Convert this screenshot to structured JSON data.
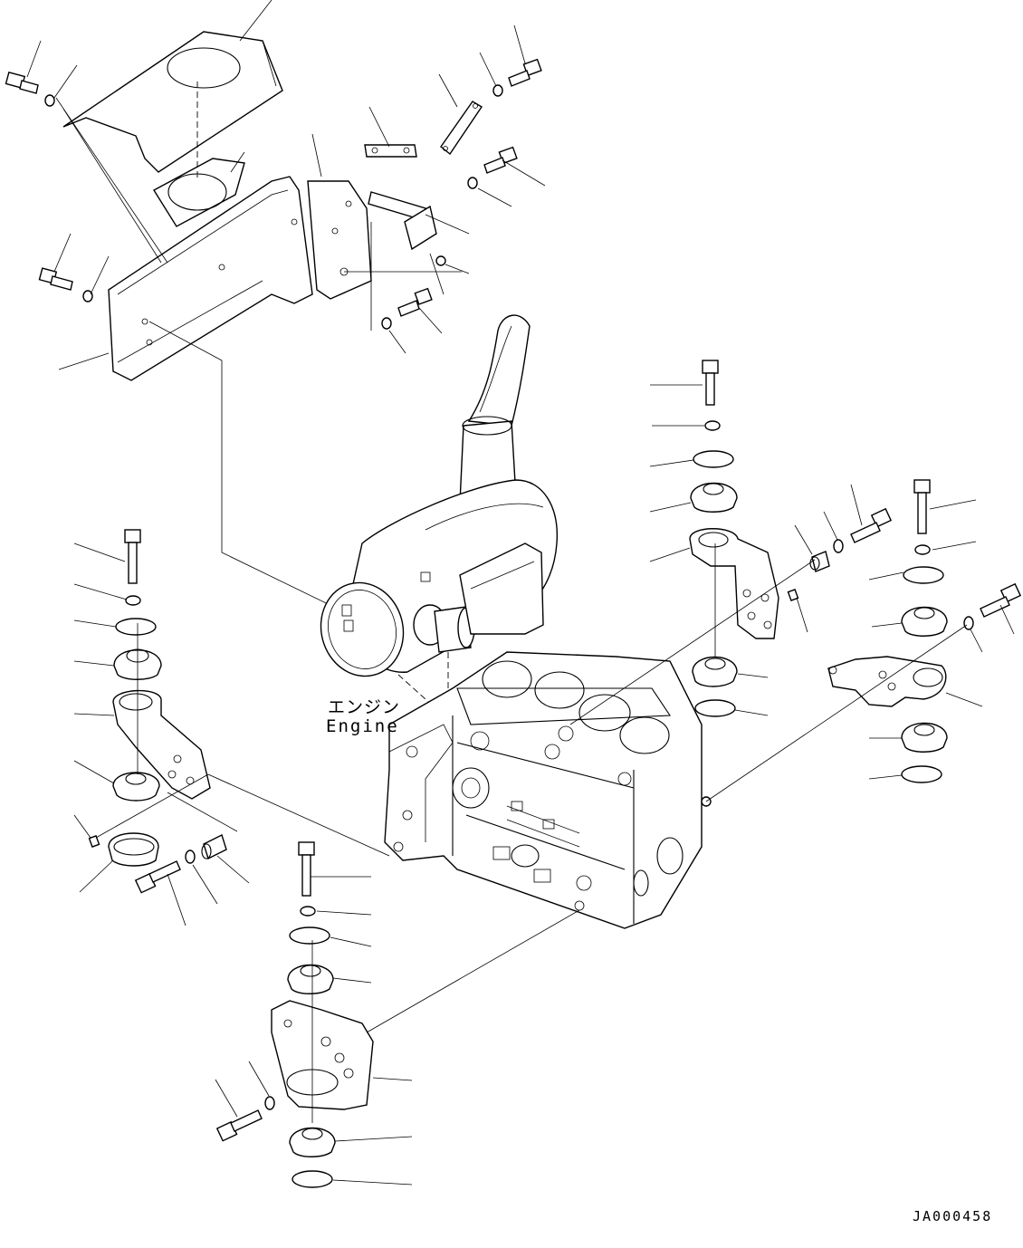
{
  "labels": {
    "engine_jp": "エンジン",
    "engine_en": "Engine",
    "drawing_code": "JA000458"
  }
}
